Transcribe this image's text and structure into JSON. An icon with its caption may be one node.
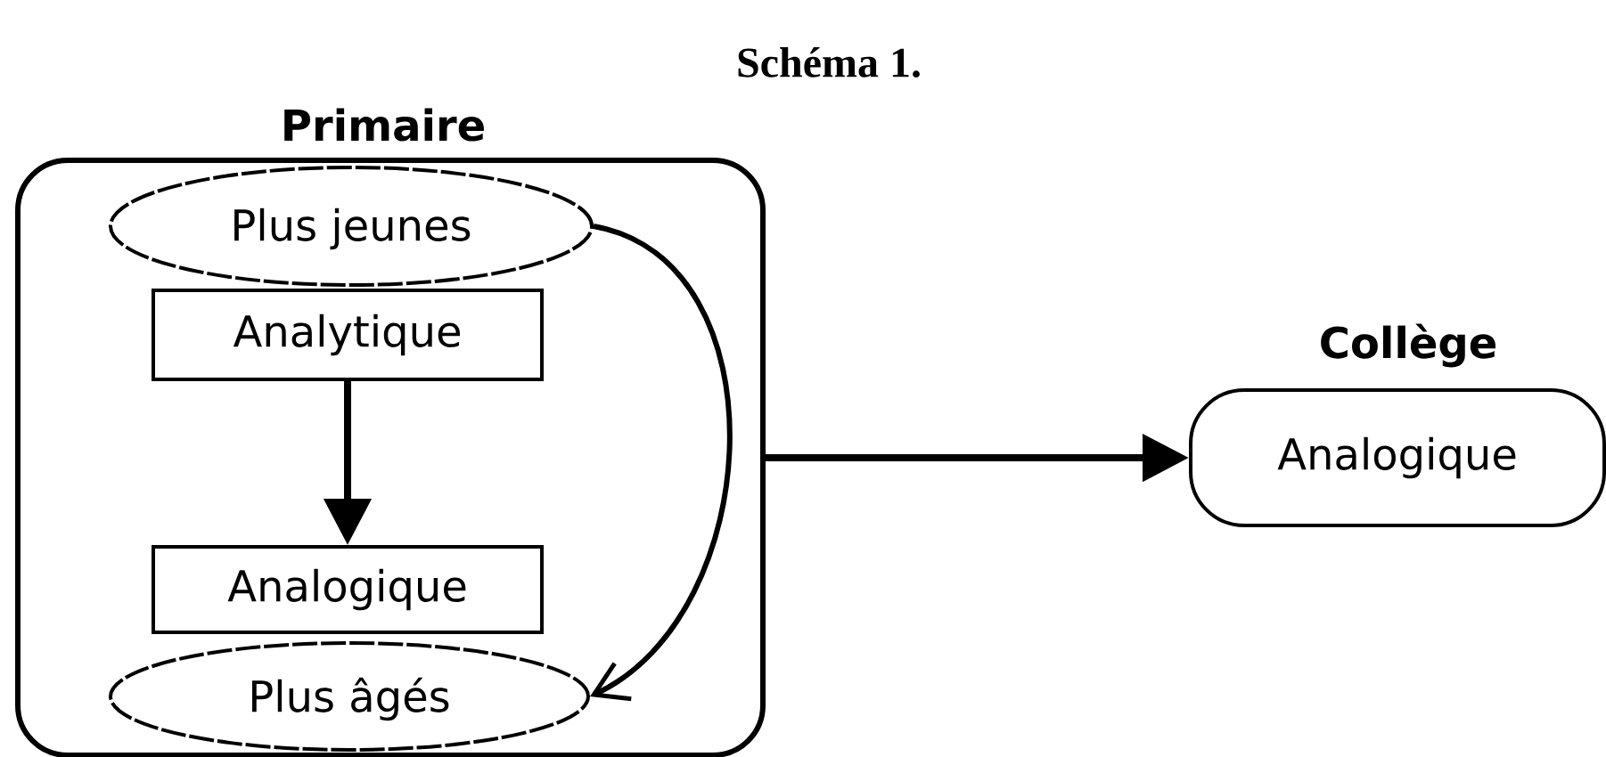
{
  "diagram": {
    "title": "Schéma 1.",
    "nodes": [
      {
        "text": [
          "Primaire"
        ]
      },
      {
        "text": [
          "Plus jeunes"
        ],
        "in": 0
      },
      {
        "text": [
          "Analytique"
        ],
        "in": 0
      },
      {
        "text": [
          "Analogique"
        ],
        "in": 0
      },
      {
        "text": [
          "Plus âgés"
        ],
        "in": 0
      },
      {
        "text": [
          "Collège",
          "Analogique"
        ]
      }
    ],
    "edges": [
      {
        "from": 2,
        "to": 3,
        "arrow": "to"
      },
      {
        "from": 1,
        "to": 4,
        "arrow": "to"
      },
      {
        "from": 0,
        "to": 5,
        "arrow": "to"
      }
    ]
  }
}
